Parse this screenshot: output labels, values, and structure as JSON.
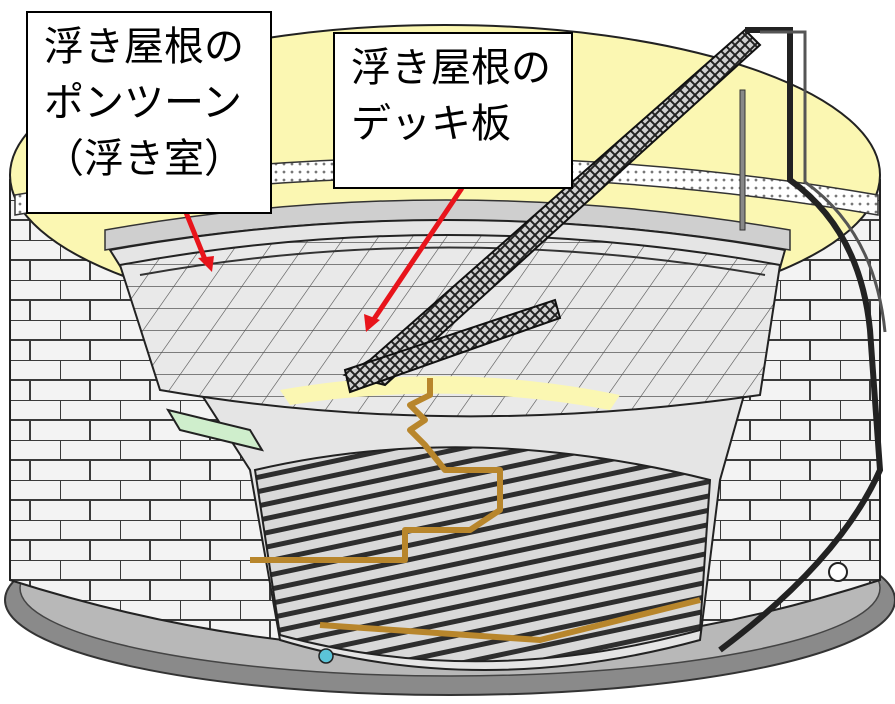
{
  "callouts": {
    "pontoon": {
      "line1": "浮き屋根の",
      "line2": "ポンツーン",
      "line3": "（浮き室）"
    },
    "deck": {
      "line1": "浮き屋根の",
      "line2": "デッキ板"
    }
  },
  "colors": {
    "arrow": "#e8141b",
    "roof_interior": "#fbf7b2",
    "shell_bricks": "#f2f2f2",
    "brick_lines": "#3a3a3a",
    "piping": "#b8862c",
    "base_ring": "#8a8a8a"
  }
}
